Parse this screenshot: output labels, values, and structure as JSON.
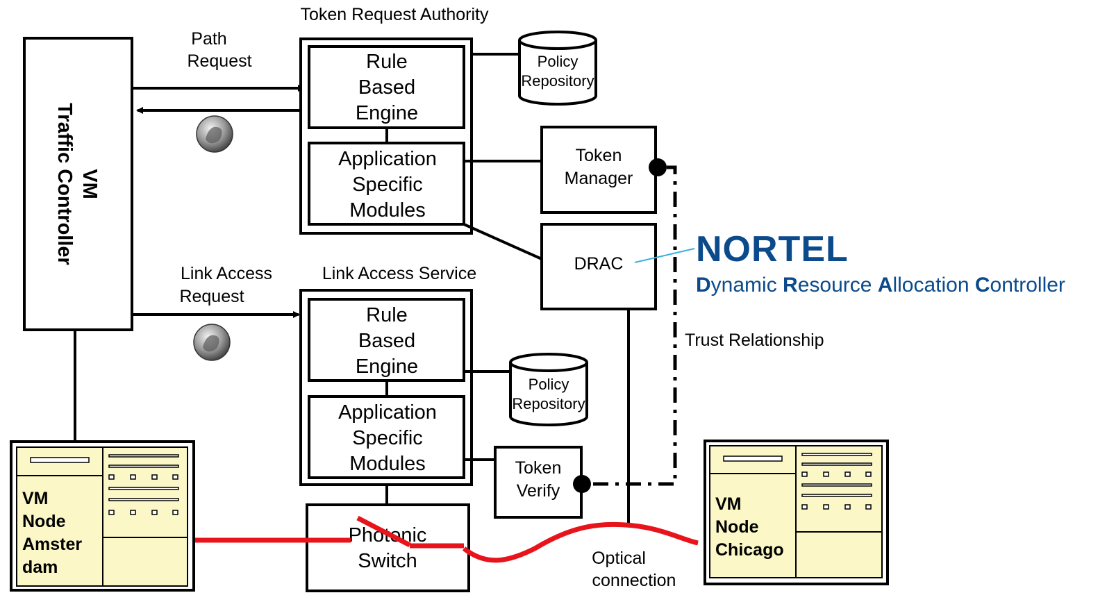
{
  "vm_controller": {
    "line1": "VM",
    "line2": "Traffic Controller"
  },
  "tra": {
    "title": "Token Request Authority",
    "rule_engine": [
      "Rule",
      "Based",
      "Engine"
    ],
    "app_modules": [
      "Application",
      "Specific",
      "Modules"
    ],
    "policy_repo": [
      "Policy",
      "Repository"
    ]
  },
  "token_manager": [
    "Token",
    "Manager"
  ],
  "drac": "DRAC",
  "nortel": {
    "logo_text": "NORTEL",
    "tagline_parts": [
      {
        "initial": "D",
        "rest": "ynamic "
      },
      {
        "initial": "R",
        "rest": "esource "
      },
      {
        "initial": "A",
        "rest": "llocation "
      },
      {
        "initial": "C",
        "rest": "ontroller"
      }
    ]
  },
  "path_request": [
    "Path",
    "Request"
  ],
  "link_access_request": [
    "Link Access",
    "Request"
  ],
  "las": {
    "title": "Link Access Service",
    "rule_engine": [
      "Rule",
      "Based",
      "Engine"
    ],
    "app_modules": [
      "Application",
      "Specific",
      "Modules"
    ],
    "policy_repo": [
      "Policy",
      "Repository"
    ]
  },
  "token_verify": [
    "Token",
    "Verify"
  ],
  "trust_relationship": "Trust Relationship",
  "photonic_switch": [
    "Photonic",
    "Switch"
  ],
  "optical_connection": [
    "Optical",
    "connection"
  ],
  "vm_node_amsterdam": [
    "VM",
    "Node",
    "Amster",
    "dam"
  ],
  "vm_node_chicago": [
    "VM",
    "Node",
    "Chicago"
  ],
  "colors": {
    "optical_link": "#e8141b",
    "nortel_blue": "#0b4a8b",
    "drac_link": "#3ab0e0",
    "node_fill": "#fbf7c6"
  }
}
